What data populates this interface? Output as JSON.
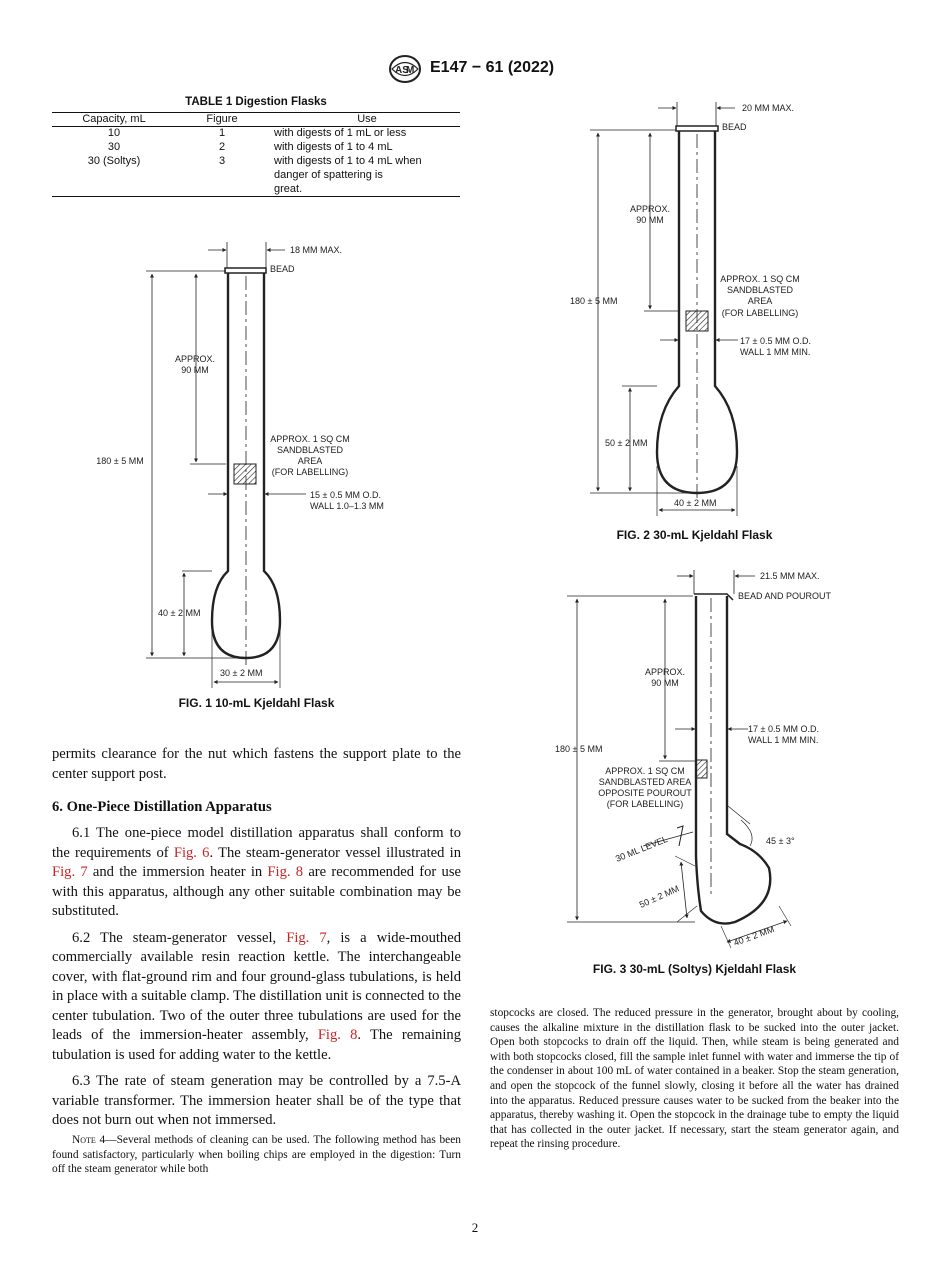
{
  "header": {
    "doc_id": "E147 − 61 (2022)",
    "logo_icon": "astm-logo-icon"
  },
  "table1": {
    "title": "TABLE 1 Digestion Flasks",
    "columns": [
      "Capacity, mL",
      "Figure",
      "Use"
    ],
    "rows": [
      {
        "capacity": "10",
        "figure": "1",
        "use": [
          "with digests of 1 mL or less"
        ]
      },
      {
        "capacity": "30",
        "figure": "2",
        "use": [
          "with digests of 1 to 4 mL"
        ]
      },
      {
        "capacity": "30 (Soltys)",
        "figure": "3",
        "use": [
          "with digests of 1 to 4 mL when",
          "danger of spattering is",
          "great."
        ]
      }
    ]
  },
  "fig1": {
    "caption": "FIG. 1  10-mL Kjeldahl Flask",
    "labels": {
      "top_max": "18 MM MAX.",
      "bead": "BEAD",
      "approx_a": "APPROX.",
      "approx_b": "90 MM",
      "sand_a": "APPROX. 1 SQ CM",
      "sand_b": "SANDBLASTED",
      "sand_c": "AREA",
      "sand_d": "(FOR LABELLING)",
      "height": "180 ± 5 MM",
      "od_a": "15 ± 0.5 MM O.D.",
      "od_b": "WALL 1.0–1.3 MM",
      "bulb_h": "40 ± 2 MM",
      "bulb_w": "30 ± 2 MM"
    }
  },
  "fig2": {
    "caption": "FIG. 2  30-mL Kjeldahl Flask",
    "labels": {
      "top_max": "20 MM MAX.",
      "bead": "BEAD",
      "approx_a": "APPROX.",
      "approx_b": "90 MM",
      "sand_a": "APPROX. 1 SQ CM",
      "sand_b": "SANDBLASTED",
      "sand_c": "AREA",
      "sand_d": "(FOR LABELLING)",
      "height": "180 ± 5 MM",
      "od_a": "17 ± 0.5 MM O.D.",
      "od_b": "WALL 1 MM MIN.",
      "bulb_h": "50 ± 2 MM",
      "bulb_w": "40 ± 2 MM"
    }
  },
  "fig3": {
    "caption": "FIG. 3  30-mL (Soltys) Kjeldahl Flask",
    "labels": {
      "top_max": "21.5 MM MAX.",
      "bead": "BEAD AND POUROUT",
      "approx_a": "APPROX.",
      "approx_b": "90 MM",
      "height": "180 ± 5 MM",
      "od_a": "17 ± 0.5 MM O.D.",
      "od_b": "WALL 1 MM MIN.",
      "sand_a": "APPROX. 1 SQ CM",
      "sand_b": "SANDBLASTED AREA",
      "sand_c": "OPPOSITE POUROUT",
      "sand_d": "(FOR LABELLING)",
      "angle": "45 ± 3°",
      "level": "30 ML LEVEL",
      "bulb_h": "50 ± 2 MM",
      "bulb_w": "40 ± 2 MM"
    }
  },
  "body": {
    "cont": "permits clearance for the nut which fastens the support plate to the center support post.",
    "sec6": "6. One-Piece Distillation Apparatus",
    "p61": [
      "6.1 The one-piece model distillation apparatus shall conform to the requirements of ",
      "Fig. 6",
      ". The steam-generator vessel illustrated in ",
      "Fig. 7",
      " and the immersion heater in ",
      "Fig. 8",
      " are recommended for use with this apparatus, although any other suitable combination may be substituted."
    ],
    "p62": [
      "6.2 The steam-generator vessel, ",
      "Fig. 7",
      ", is a wide-mouthed commercially available resin reaction kettle. The interchangeable cover, with flat-ground rim and four ground-glass tubulations, is held in place with a suitable clamp. The distillation unit is connected to the center tubulation. Two of the outer three tubulations are used for the leads of the immersion-heater assembly, ",
      "Fig. 8",
      ". The remaining tubulation is used for adding water to the kettle."
    ],
    "p63": "6.3 The rate of steam generation may be controlled by a 7.5-A variable transformer. The immersion heater shall be of the type that does not burn out when not immersed.",
    "note4_label": "Note 4",
    "note4": "—Several methods of cleaning can be used. The following method has been found satisfactory, particularly when boiling chips are employed in the digestion: Turn off the steam generator while both",
    "right": "stopcocks are closed. The reduced pressure in the generator, brought about by cooling, causes the alkaline mixture in the distillation flask to be sucked into the outer jacket. Open both stopcocks to drain off the liquid. Then, while steam is being generated and with both stopcocks closed, fill the sample inlet funnel with water and immerse the tip of the condenser in about 100 mL of water contained in a beaker. Stop the steam generation, and open the stopcock of the funnel slowly, closing it before all the water has drained into the apparatus. Reduced pressure causes water to be sucked from the beaker into the apparatus, thereby washing it. Open the stopcock in the drainage tube to empty the liquid that has collected in the outer jacket. If necessary, start the steam generator again, and repeat the rinsing procedure."
  },
  "page_number": "2"
}
